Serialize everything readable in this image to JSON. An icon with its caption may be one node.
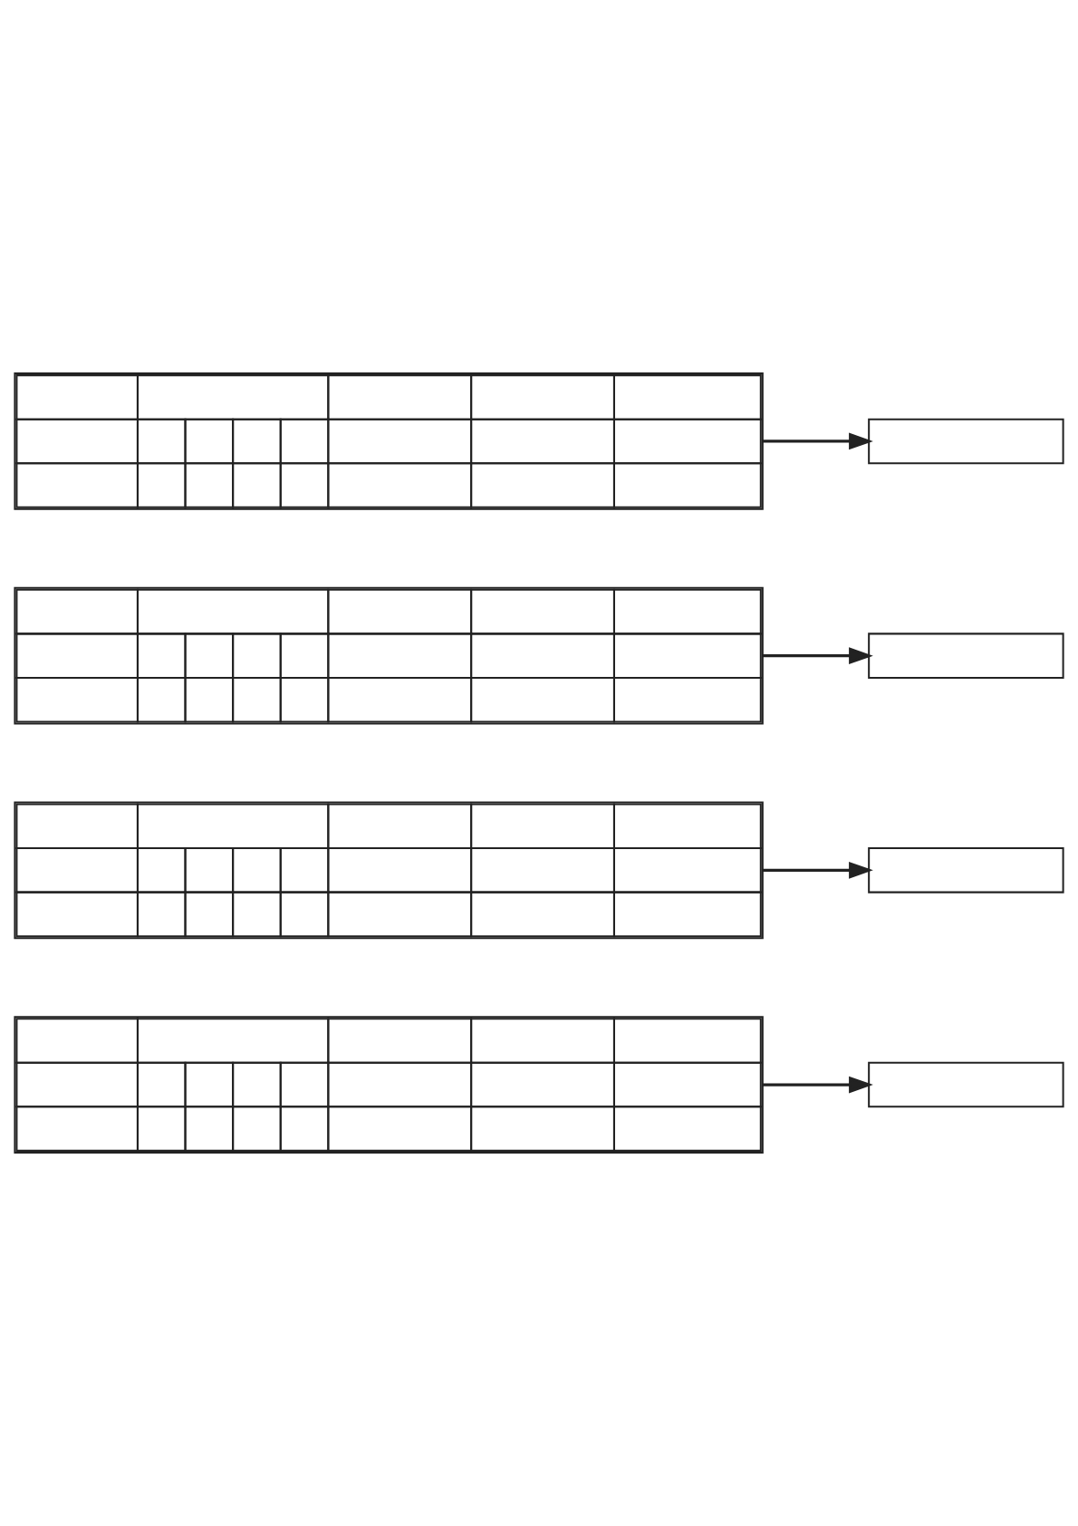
{
  "diagram": {
    "nodes": [
      {
        "text": [],
        "shape": "box"
      },
      {
        "text": [],
        "shape": "box"
      },
      {
        "text": [],
        "shape": "box"
      },
      {
        "text": [],
        "shape": "box"
      },
      {
        "text": [],
        "shape": "box"
      },
      {
        "text": [],
        "shape": "box"
      },
      {
        "text": [],
        "shape": "box"
      },
      {
        "text": [],
        "shape": "box"
      }
    ],
    "edges": [
      {
        "from": 0,
        "to": 1,
        "arrow": "to"
      },
      {
        "from": 2,
        "to": 3,
        "arrow": "to"
      },
      {
        "from": 4,
        "to": 5,
        "arrow": "to"
      },
      {
        "from": 6,
        "to": 7,
        "arrow": "to"
      }
    ]
  }
}
